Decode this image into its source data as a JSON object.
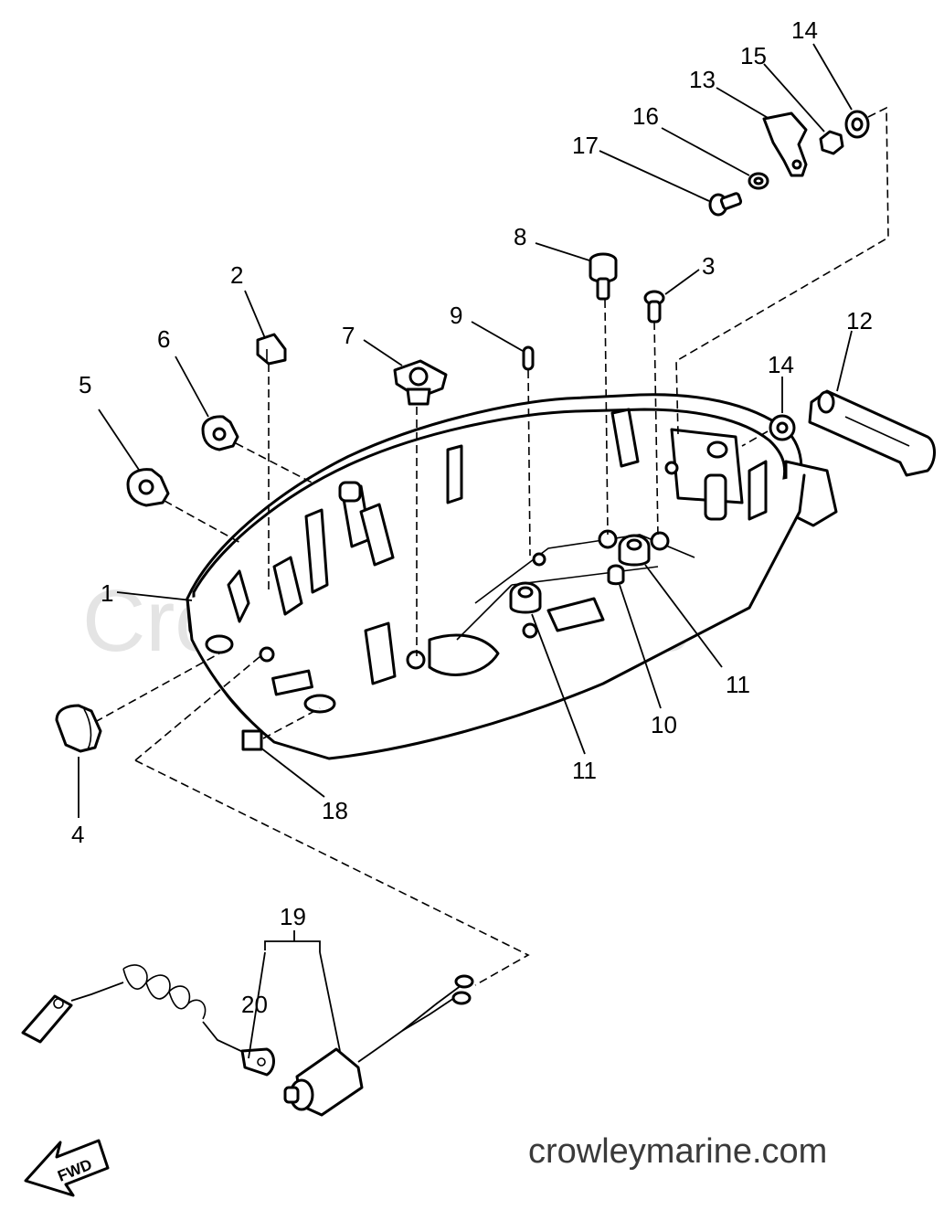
{
  "watermark": "Crowley Marine",
  "site_text": "crowleymarine.com",
  "fwd_label": "FWD",
  "callouts": [
    {
      "id": "p1",
      "label": "1"
    },
    {
      "id": "p2",
      "label": "2"
    },
    {
      "id": "p3",
      "label": "3"
    },
    {
      "id": "p4",
      "label": "4"
    },
    {
      "id": "p5",
      "label": "5"
    },
    {
      "id": "p6",
      "label": "6"
    },
    {
      "id": "p7",
      "label": "7"
    },
    {
      "id": "p8",
      "label": "8"
    },
    {
      "id": "p9",
      "label": "9"
    },
    {
      "id": "p10",
      "label": "10"
    },
    {
      "id": "p11a",
      "label": "11"
    },
    {
      "id": "p11b",
      "label": "11"
    },
    {
      "id": "p12",
      "label": "12"
    },
    {
      "id": "p13",
      "label": "13"
    },
    {
      "id": "p14a",
      "label": "14"
    },
    {
      "id": "p14b",
      "label": "14"
    },
    {
      "id": "p15",
      "label": "15"
    },
    {
      "id": "p16",
      "label": "16"
    },
    {
      "id": "p17",
      "label": "17"
    },
    {
      "id": "p18",
      "label": "18"
    },
    {
      "id": "p19",
      "label": "19"
    },
    {
      "id": "p20",
      "label": "20"
    }
  ]
}
